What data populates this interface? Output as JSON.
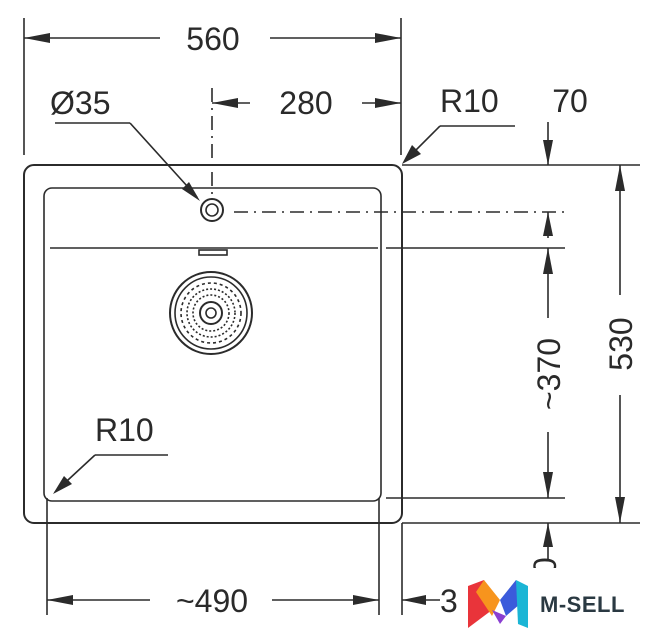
{
  "dimensions": {
    "overall_width": "560",
    "hole_diameter": "Ø35",
    "hole_offset": "280",
    "corner_radius_outer": "R10",
    "hole_to_edge": "70",
    "bowl_depth": "~370",
    "overall_depth": "530",
    "corner_radius_inner": "R10",
    "bowl_width": "~490",
    "partial_left": "3",
    "partial_right": "40"
  },
  "brand": {
    "name": "M-SELL",
    "colors": [
      "#e9343a",
      "#f7941d",
      "#3b5bdb",
      "#1bb5d5"
    ]
  }
}
